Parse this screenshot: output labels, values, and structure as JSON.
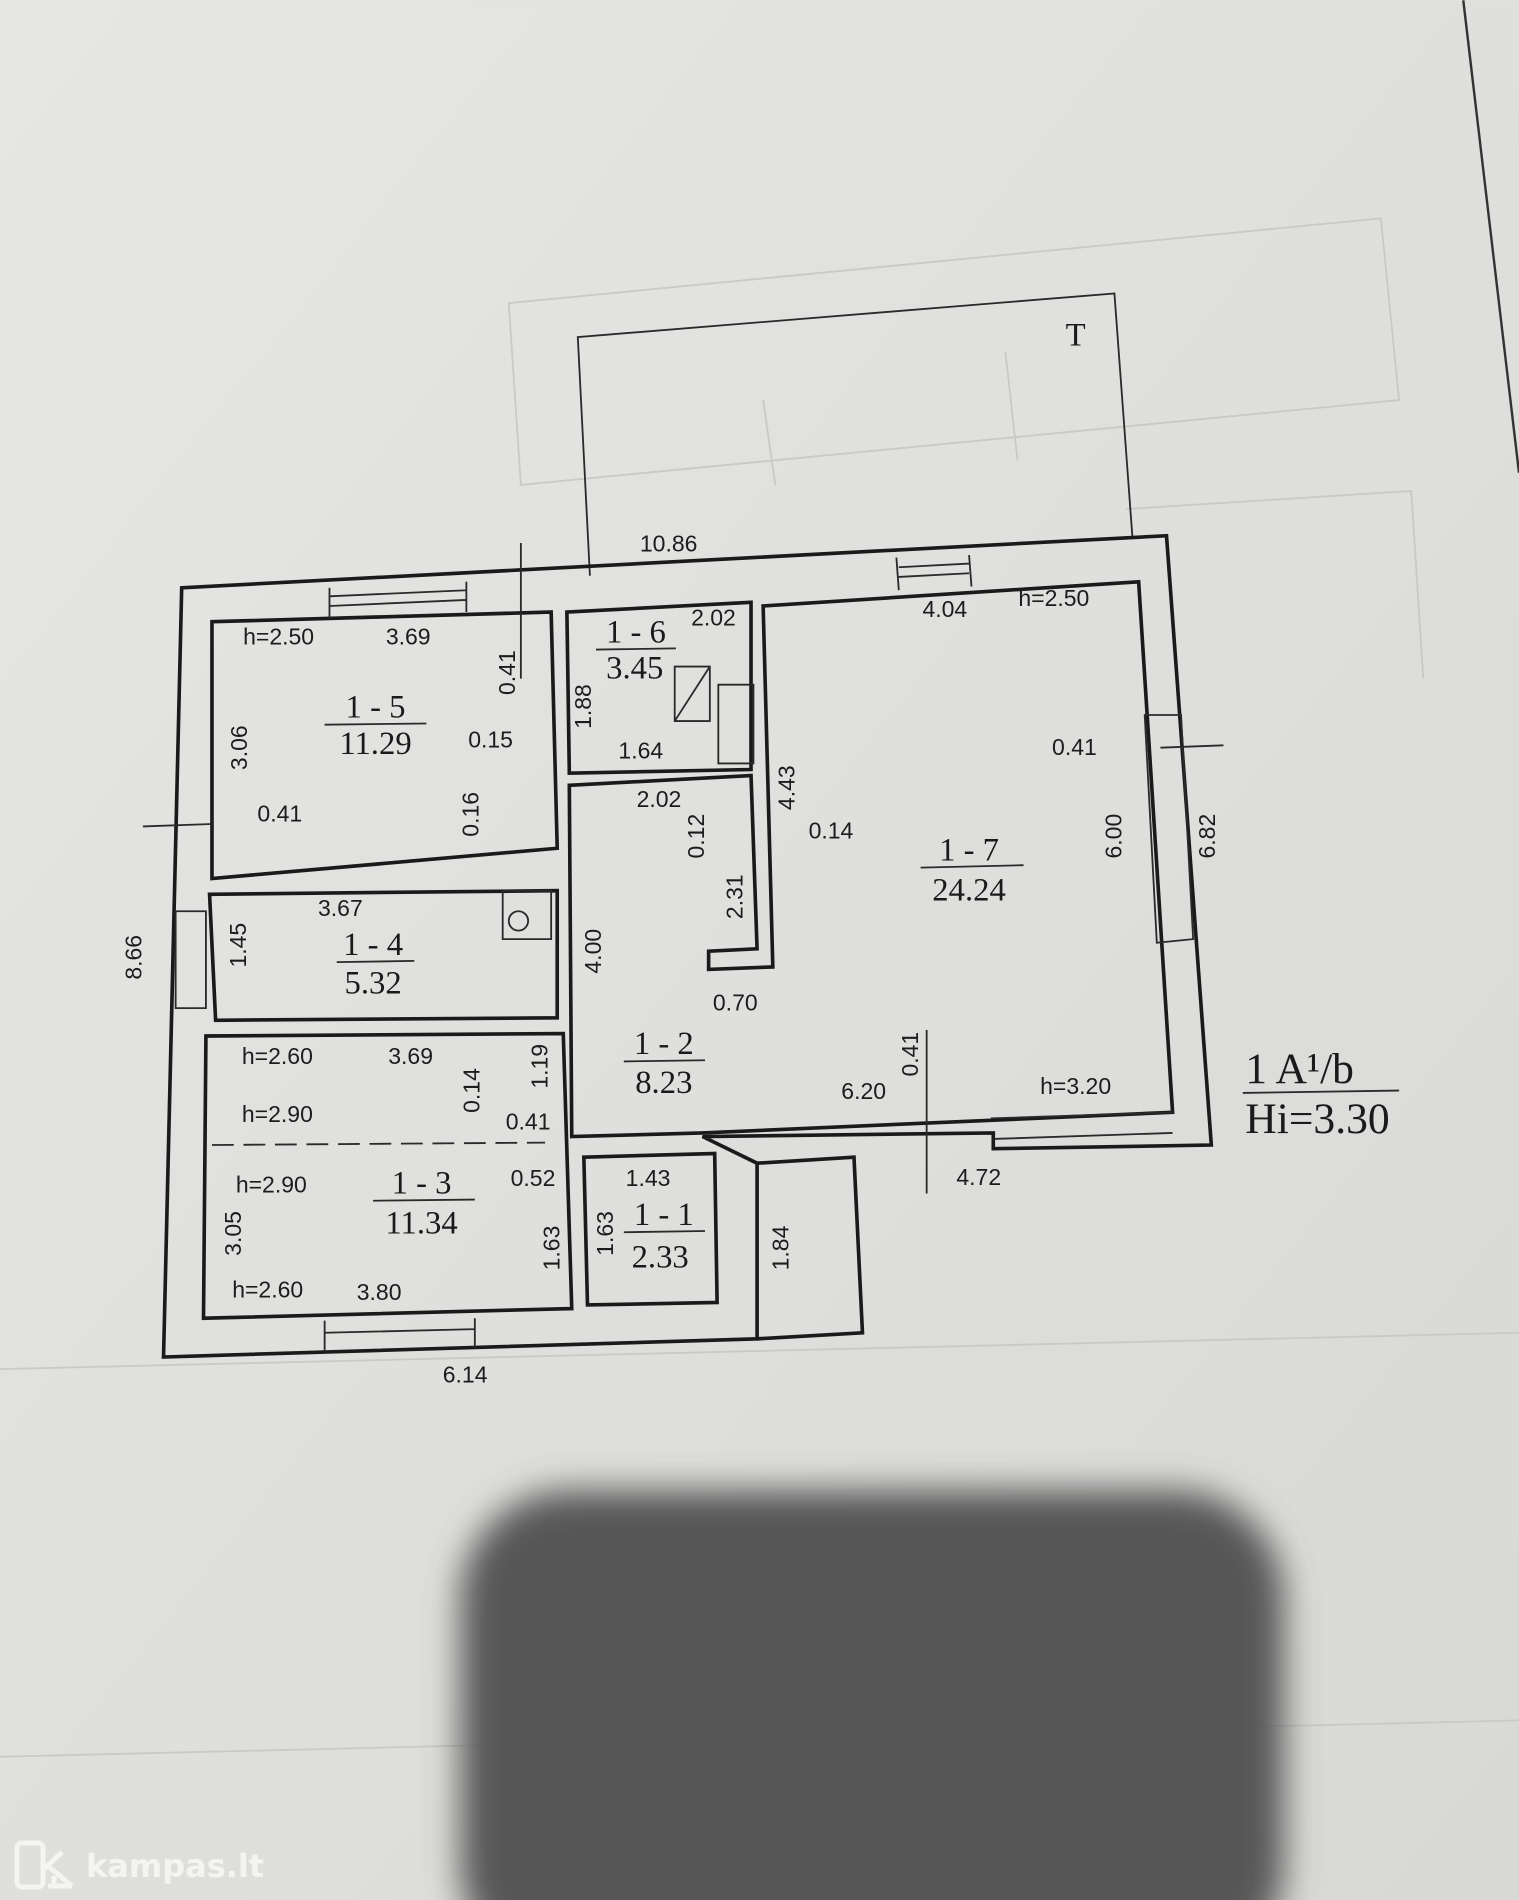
{
  "plan": {
    "terrace_label": "T",
    "overall_width": "10.86",
    "overall_depth": "8.66",
    "bottom_width": "6.14",
    "right_depth": "6.82",
    "building_code": "1 A¹/b",
    "height_note": "Hi=3.30"
  },
  "rooms": [
    {
      "id": "1 - 5",
      "area": "11.29",
      "dims": [
        "h=2.50",
        "3.69",
        "0.41",
        "3.06",
        "0.15",
        "0.41",
        "0.16"
      ]
    },
    {
      "id": "1 - 6",
      "area": "3.45",
      "dims": [
        "2.02",
        "1.88",
        "1.64"
      ]
    },
    {
      "id": "1 - 7",
      "area": "24.24",
      "dims": [
        "4.04",
        "h=2.50",
        "0.41",
        "6.00",
        "4.43",
        "0.14",
        "6.20",
        "0.41",
        "h=3.20",
        "4.72"
      ]
    },
    {
      "id": "1 - 2",
      "area": "8.23",
      "dims": [
        "2.02",
        "0.12",
        "2.31",
        "4.00",
        "0.70"
      ]
    },
    {
      "id": "1 - 4",
      "area": "5.32",
      "dims": [
        "3.67",
        "1.45"
      ]
    },
    {
      "id": "1 - 3",
      "area": "11.34",
      "dims": [
        "h=2.60",
        "3.69",
        "1.19",
        "0.14",
        "h=2.90",
        "0.41",
        "h=2.90",
        "0.52",
        "3.05",
        "1.63",
        "h=2.60",
        "3.80"
      ]
    },
    {
      "id": "1 - 1",
      "area": "2.33",
      "dims": [
        "1.43",
        "1.63",
        "1.84"
      ]
    }
  ],
  "watermark": {
    "text": "kampas.lt"
  },
  "colors": {
    "paper": "#e2e2e0",
    "ink": "#1a1a1a",
    "shadow": "#5a5a5a"
  }
}
